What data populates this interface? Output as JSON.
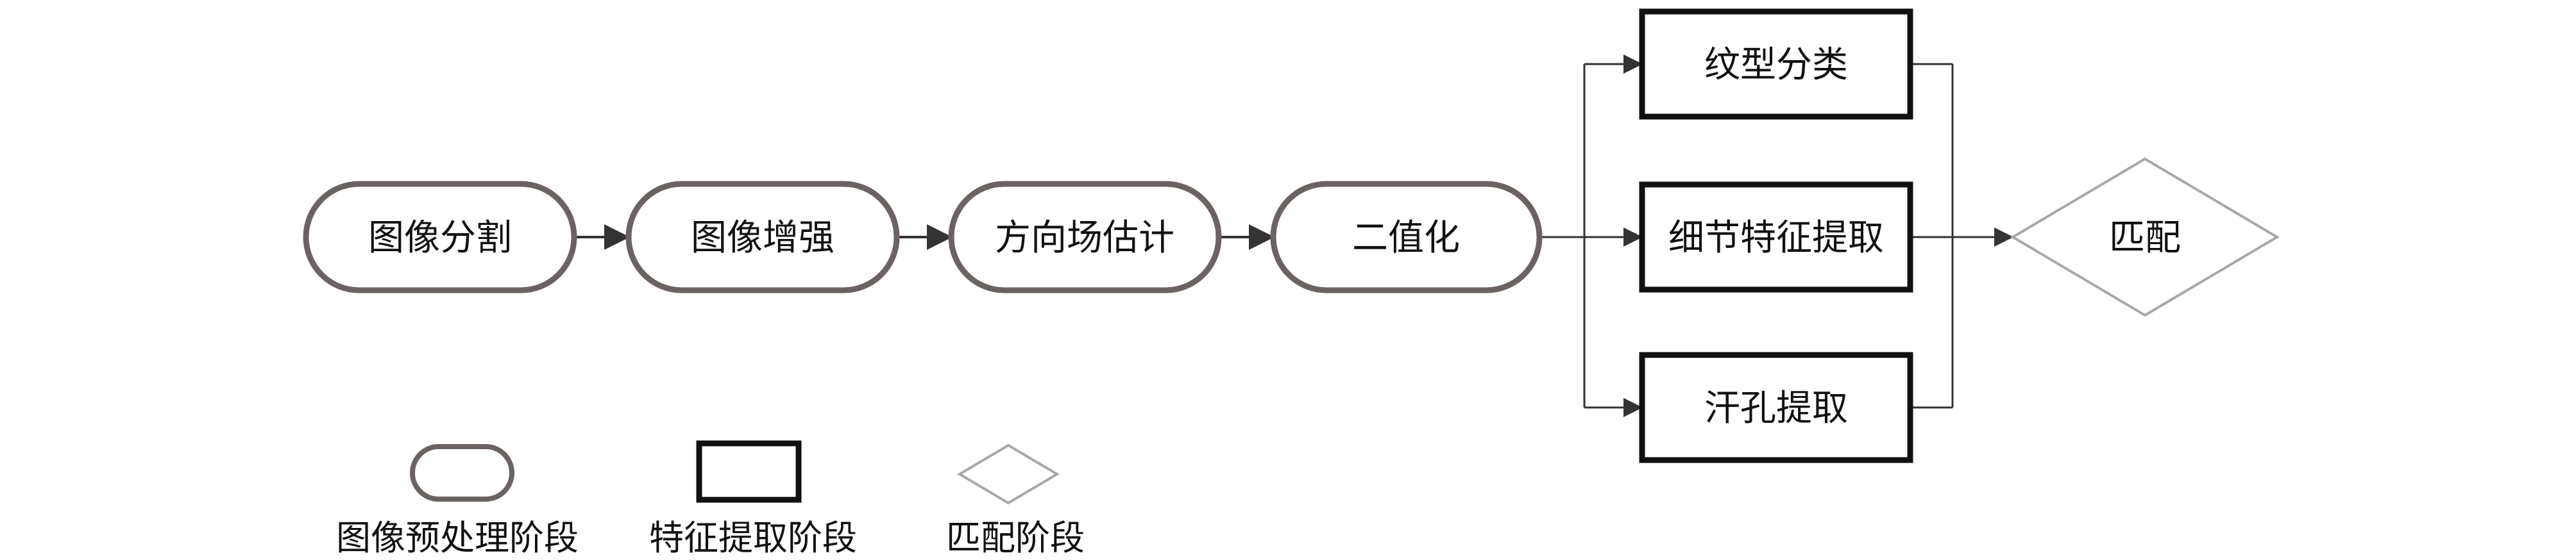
{
  "colors": {
    "preprocess_stroke": "#6b6361",
    "feature_stroke": "#111111",
    "match_stroke": "#a8a8a8",
    "connector": "#333333",
    "text": "#111111"
  },
  "preprocess_steps": [
    {
      "label": "图像分割"
    },
    {
      "label": "图像增强"
    },
    {
      "label": "方向场估计"
    },
    {
      "label": "二值化"
    }
  ],
  "feature_steps": [
    {
      "label": "纹型分类"
    },
    {
      "label": "细节特征提取"
    },
    {
      "label": "汗孔提取"
    }
  ],
  "match_step": {
    "label": "匹配"
  },
  "legend": {
    "preprocess_label": "图像预处理阶段",
    "feature_label": "特征提取阶段",
    "match_label": "匹配阶段"
  }
}
